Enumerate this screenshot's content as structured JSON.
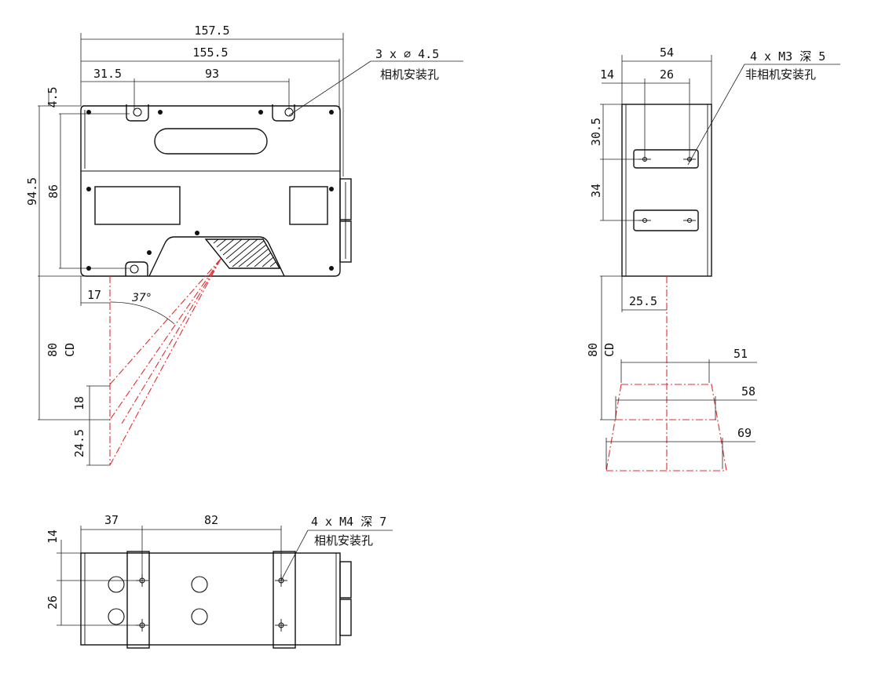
{
  "front_view": {
    "dims": {
      "overall_width": "157.5",
      "body_width": "155.5",
      "hole_offset": "31.5",
      "hole_spacing": "93",
      "top_offset": "4.5",
      "overall_height": "94.5",
      "hole_height": "86",
      "beam_offset": "17",
      "angle": "37°",
      "cd_value": "80",
      "cd_label": "CD",
      "near_range": "18",
      "far_range": "24.5"
    },
    "callout": {
      "line1": "3 x ∅ 4.5",
      "line2": "相机安装孔"
    }
  },
  "side_view": {
    "dims": {
      "width": "54",
      "edge_offset": "14",
      "hole_spacing": "26",
      "top_offset": "30.5",
      "vertical_spacing": "34",
      "beam_offset": "25.5",
      "cd_value": "80",
      "cd_label": "CD",
      "fov_near": "51",
      "fov_mid": "58",
      "fov_far": "69"
    },
    "callout": {
      "line1": "4 x M3 深 5",
      "line2": "非相机安装孔"
    }
  },
  "bottom_view": {
    "dims": {
      "edge_offset": "37",
      "hole_spacing": "82",
      "top_offset": "14",
      "vertical_spacing": "26"
    },
    "callout": {
      "line1": "4 x M4 深 7",
      "line2": "相机安装孔"
    }
  },
  "colors": {
    "laser": "#e03030",
    "line": "#111111"
  }
}
